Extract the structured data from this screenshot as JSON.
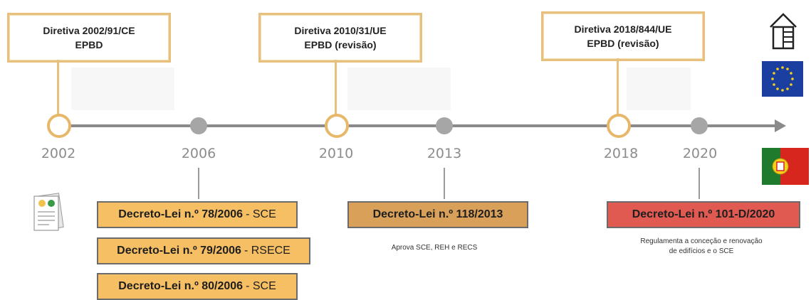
{
  "eu_directives": [
    {
      "line1": "Diretiva 2002/91/CE",
      "line2": "EPBD"
    },
    {
      "line1": "Diretiva 2010/31/UE",
      "line2": "EPBD (revisão)"
    },
    {
      "line1": "Diretiva 2018/844/UE",
      "line2": "EPBD (revisão)"
    }
  ],
  "years": [
    "2002",
    "2006",
    "2010",
    "2013",
    "2018",
    "2020"
  ],
  "laws": [
    {
      "main": "Decreto-Lei n.º 78/2006",
      "suffix": "- SCE"
    },
    {
      "main": "Decreto-Lei n.º 79/2006",
      "suffix": "- RSECE"
    },
    {
      "main": "Decreto-Lei n.º 80/2006",
      "suffix": "- SCE"
    },
    {
      "main": "Decreto-Lei n.º 118/2013",
      "suffix": ""
    },
    {
      "main": "Decreto-Lei n.º 101-D/2020",
      "suffix": ""
    }
  ],
  "notes": {
    "n2013": "Aprova SCE, REH e RECS",
    "n2020_line1": "Regulamenta a conceção e renovação",
    "n2020_line2": "de edifícios e o SCE"
  },
  "icons": [
    "building-icon",
    "eu-flag-icon",
    "portugal-flag-icon",
    "document-icon"
  ],
  "colors": {
    "eu_border": "#e8c07d",
    "axis": "#8a8a8a",
    "law_orange": "#f6bf63",
    "law_brown": "#d9a05a",
    "law_red": "#e05a52",
    "eu_blue": "#1a3fa0",
    "pt_green": "#1f7a2e",
    "pt_red": "#d7261e"
  }
}
